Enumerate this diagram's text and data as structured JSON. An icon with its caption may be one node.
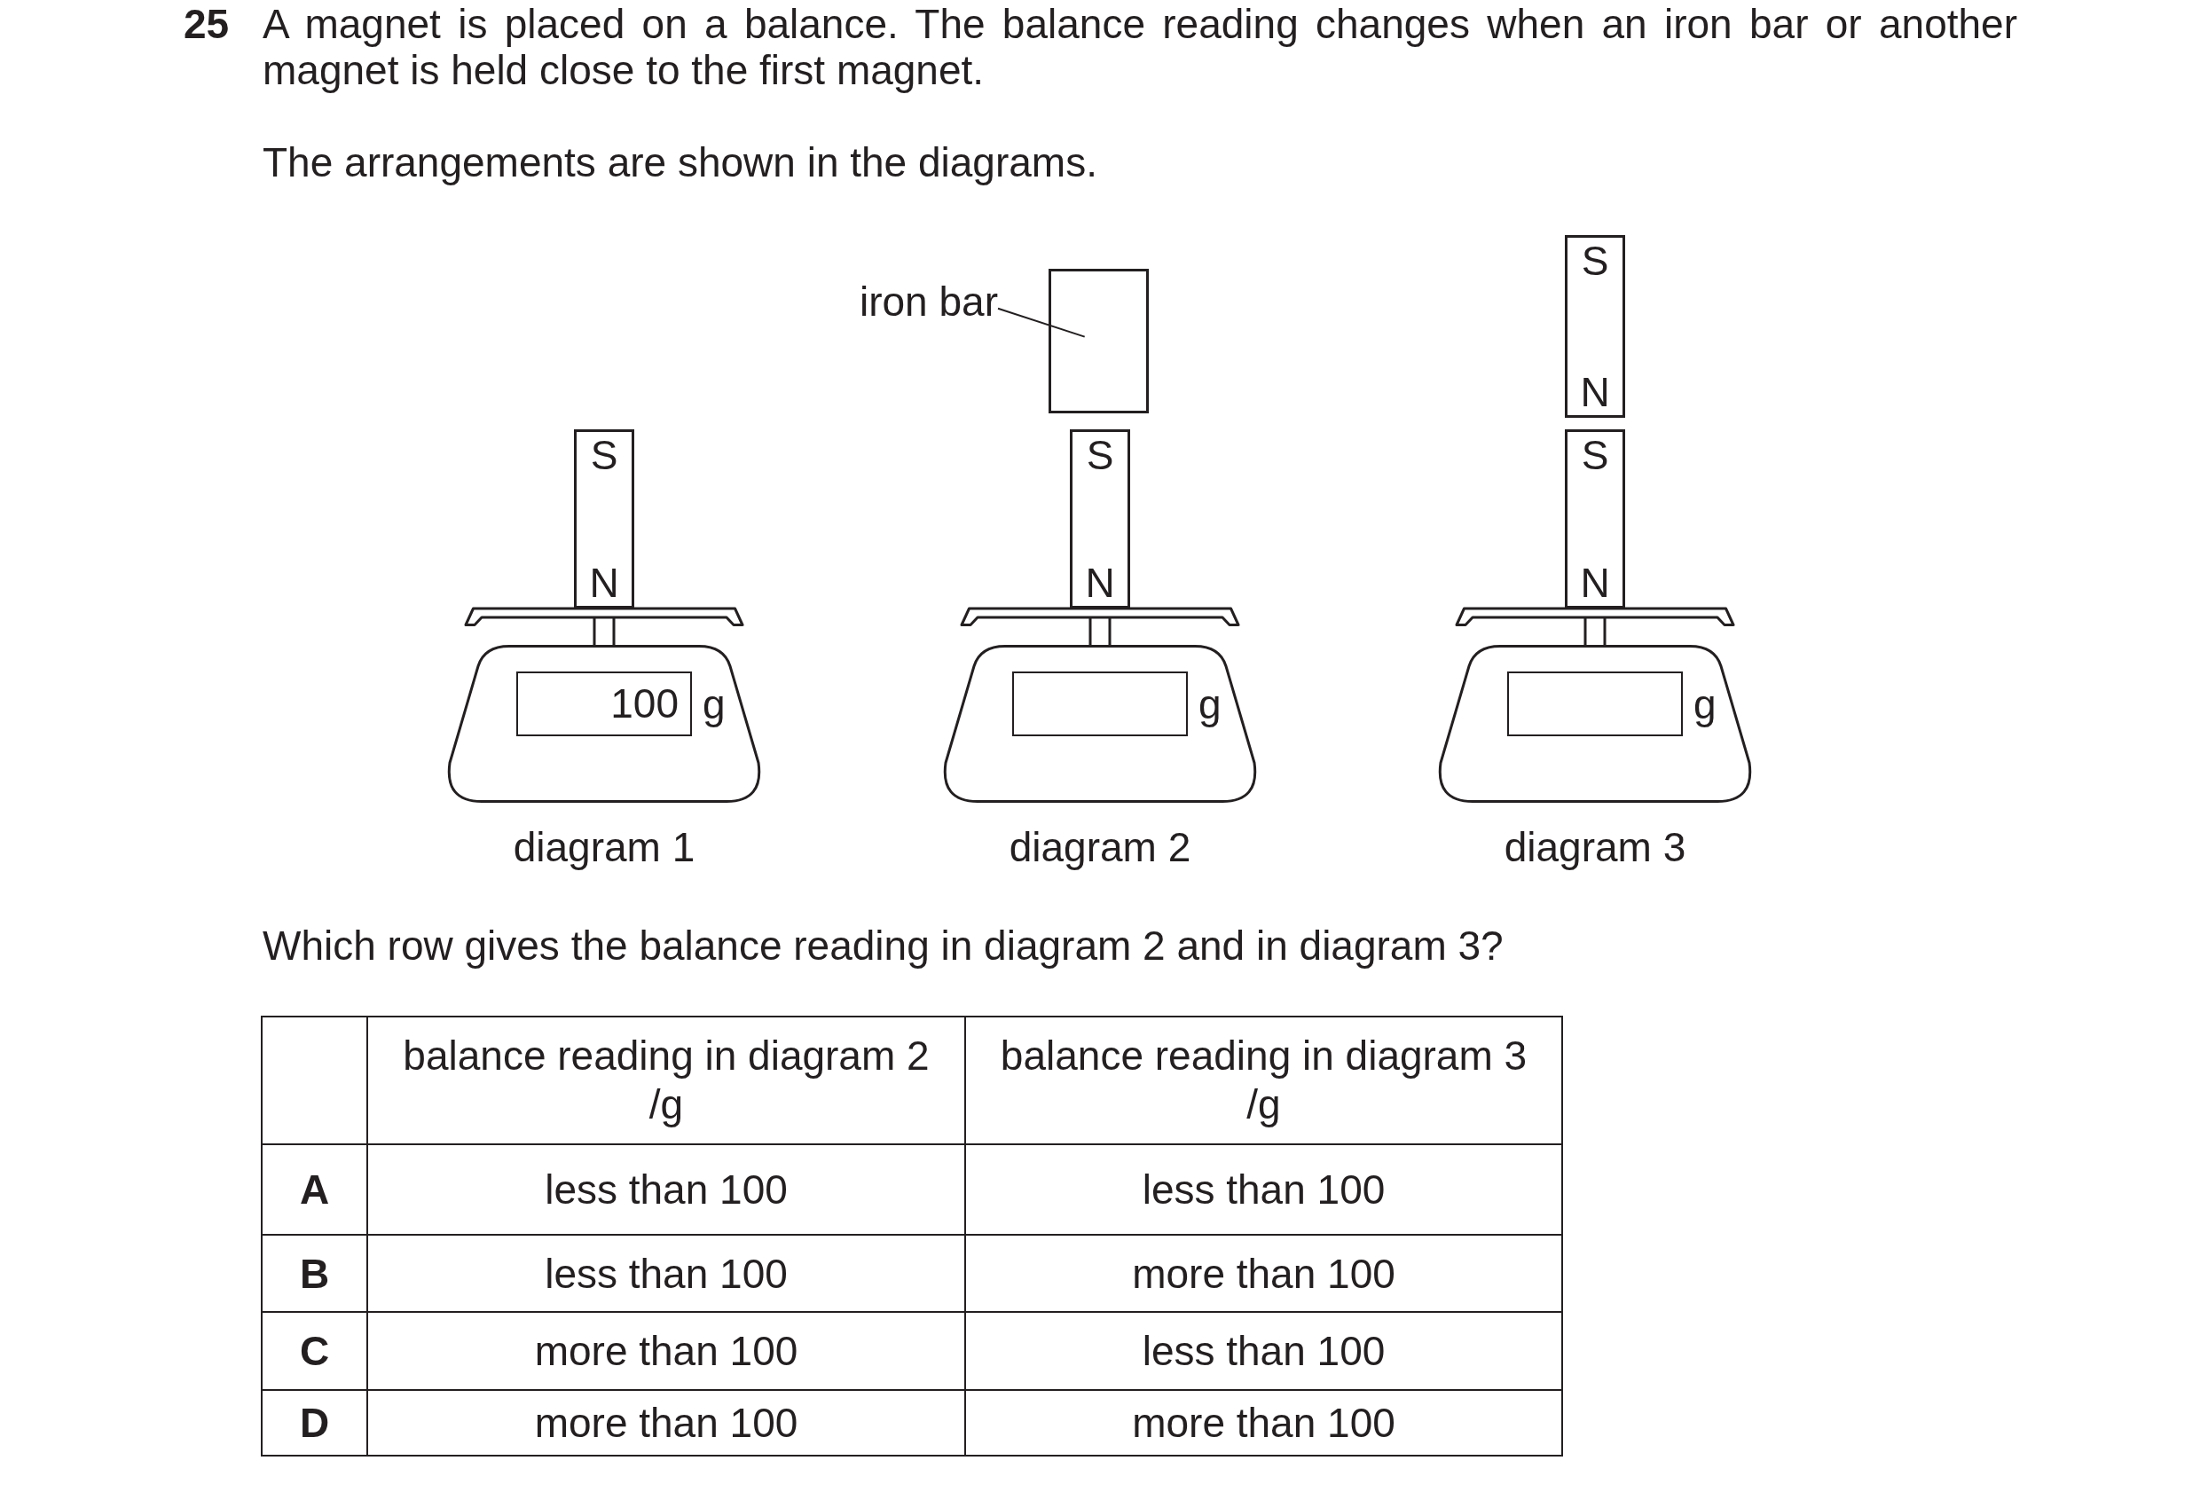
{
  "diagram": {
    "nodes": [
      {
        "text": [
          "S",
          "N"
        ]
      },
      {
        "text": [
          "g"
        ]
      },
      {
        "text": [
          "100"
        ],
        "in": 1
      },
      {
        "text": [
          "iron bar"
        ]
      },
      {
        "text": [],
        "shape": "box"
      },
      {
        "text": [
          "S",
          "N"
        ]
      },
      {
        "text": [
          "g"
        ]
      },
      {
        "text": [],
        "shape": "box",
        "in": 6
      },
      {
        "text": [
          "S",
          "N"
        ]
      },
      {
        "text": [
          "S",
          "N"
        ]
      },
      {
        "text": [
          "g"
        ]
      },
      {
        "text": [],
        "shape": "box",
        "in": 10
      }
    ],
    "edges": [
      {
        "from": 3,
        "to": 4,
        "arrow": "none"
      }
    ],
    "labels": [
      "25",
      "A magnet is placed on a balance. The balance reading changes when an iron bar or another magnet is held close to the first magnet.",
      "The arrangements are shown in the diagrams.",
      "diagram 1",
      "diagram 2",
      "diagram 3",
      "Which row gives the balance reading in diagram 2 and in diagram 3?",
      "balance reading in diagram 2 /g",
      "balance reading in diagram 3 /g",
      "A",
      "less than 100",
      "less than 100",
      "B",
      "less than 100",
      "more than 100",
      "C",
      "more than 100",
      "less than 100",
      "D",
      "more than 100",
      "more than 100"
    ]
  }
}
